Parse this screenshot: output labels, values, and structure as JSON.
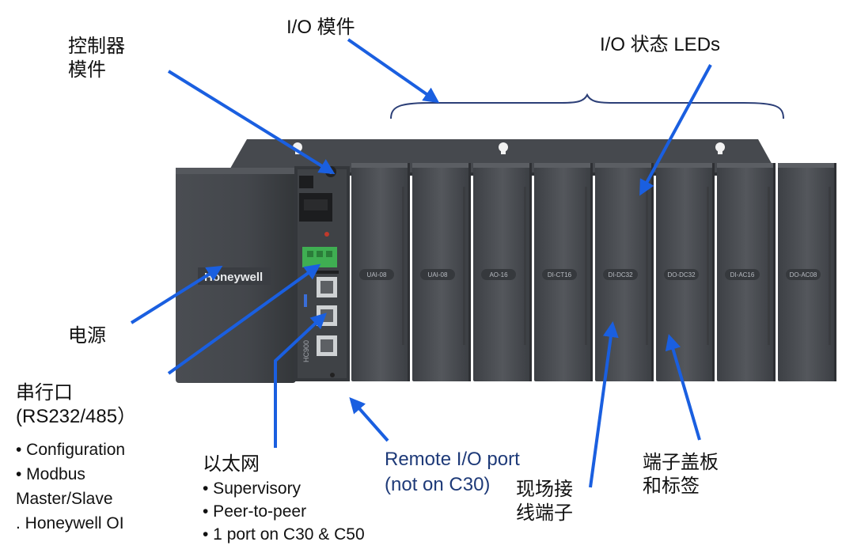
{
  "labels": {
    "io_module": "I/O 模件",
    "io_leds": "I/O 状态 LEDs",
    "controller_line1": "控制器",
    "controller_line2": "模件",
    "power": "电源",
    "serial_title": "串行口",
    "serial_spec": "(RS232/485）",
    "serial_bullets": [
      "• Configuration",
      "• Modbus",
      "Master/Slave",
      ". Honeywell OI"
    ],
    "ethernet_title": "以太网",
    "ethernet_bullets": [
      "• Supervisory",
      "• Peer-to-peer",
      "• 1 port on C30 & C50"
    ],
    "remote_line1": "Remote I/O port",
    "remote_line2": "(not on C30)",
    "field_line1": "现场接",
    "field_line2": "线端子",
    "terminal_line1": "端子盖板",
    "terminal_line2": "和标签"
  },
  "device": {
    "brand": "Honeywell",
    "controller_model": "HC900",
    "module_slots": [
      "UAI-08",
      "UAI-08",
      "AO-16",
      "DI-CT16",
      "DI-DC32",
      "DO-DC32",
      "DI-AC16",
      "DO-AC08"
    ]
  },
  "colors": {
    "arrow": "#1a5fe0",
    "chassis": "#3c3f44",
    "module": "#4b4e53",
    "bracket": "#2c3f77"
  }
}
